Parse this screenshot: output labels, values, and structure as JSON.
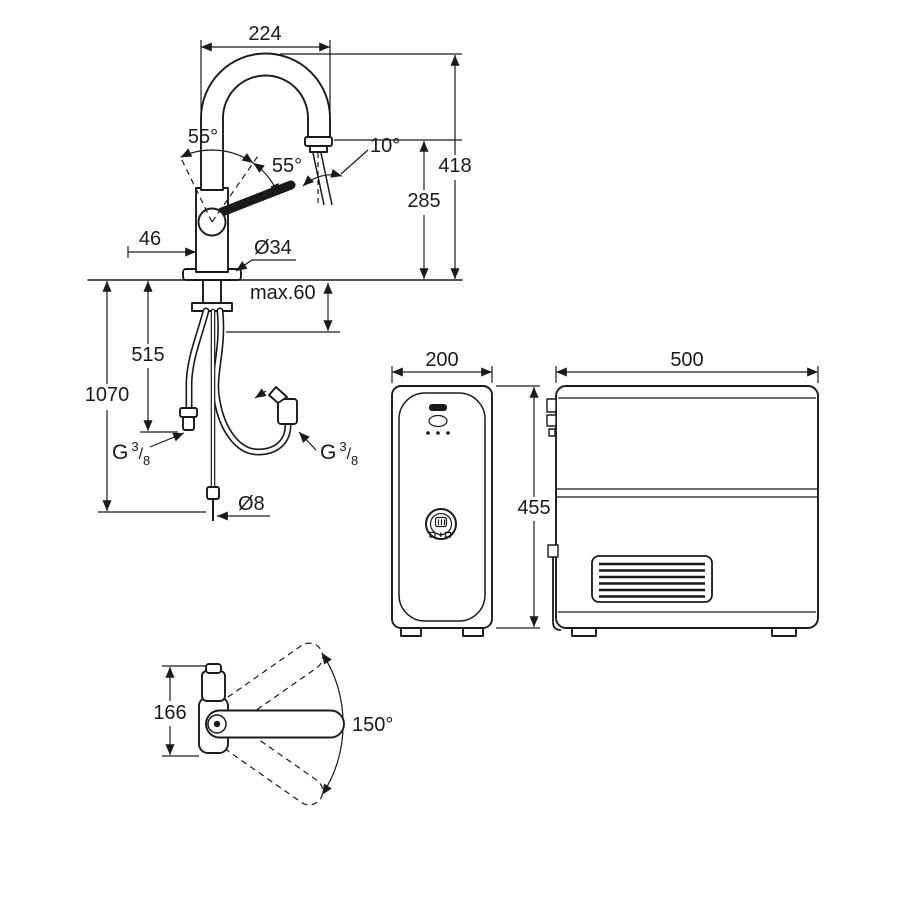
{
  "colors": {
    "line": "#1a1a1a",
    "background": "#ffffff"
  },
  "faucet_side": {
    "spout_reach": "224",
    "total_height": "418",
    "spout_height": "285",
    "handle_angle_a": "55°",
    "handle_angle_b": "55°",
    "stream_angle": "10°",
    "handle_depth": "46",
    "base_diameter": "Ø34",
    "max_deck_thickness": "max.60",
    "supply_height": "515",
    "hose_length": "1070",
    "filter_hose_diameter": "Ø8",
    "thread_left": {
      "prefix": "G",
      "numerator": "3",
      "slash": "/",
      "denominator": "8"
    },
    "thread_right": {
      "prefix": "G",
      "numerator": "3",
      "slash": "/",
      "denominator": "8"
    }
  },
  "cooler_front": {
    "width": "200",
    "height": "455"
  },
  "cooler_side": {
    "depth": "500"
  },
  "faucet_top": {
    "body_length": "166",
    "swivel_angle": "150°"
  },
  "icons": {
    "cooler_logo": "grohe-blue-logo-icon",
    "cooler_led": "status-led-icon",
    "cooler_grille": "ventilation-grille-icon"
  }
}
